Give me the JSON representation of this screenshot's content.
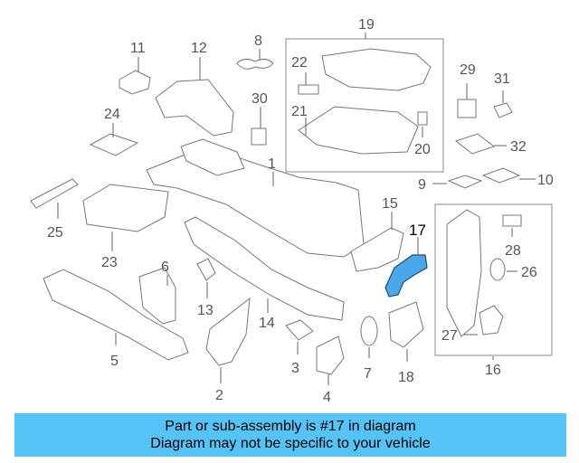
{
  "diagram": {
    "highlight_color": "#4aa8e8",
    "callouts": {
      "c1": "1",
      "c2": "2",
      "c3": "3",
      "c4": "4",
      "c5": "5",
      "c6": "6",
      "c7": "7",
      "c8": "8",
      "c9": "9",
      "c10": "10",
      "c11": "11",
      "c12": "12",
      "c13": "13",
      "c14": "14",
      "c15": "15",
      "c16": "16",
      "c17": "17",
      "c18": "18",
      "c19": "19",
      "c20": "20",
      "c21": "21",
      "c22": "22",
      "c23": "23",
      "c24": "24",
      "c25": "25",
      "c26": "26",
      "c27": "27",
      "c28": "28",
      "c29": "29",
      "c30": "30",
      "c31": "31",
      "c32": "32"
    }
  },
  "banner": {
    "line1": "Part or sub-assembly is #17 in diagram",
    "line2": "Diagram may not be specific to your vehicle",
    "color": "#55c3f5"
  }
}
